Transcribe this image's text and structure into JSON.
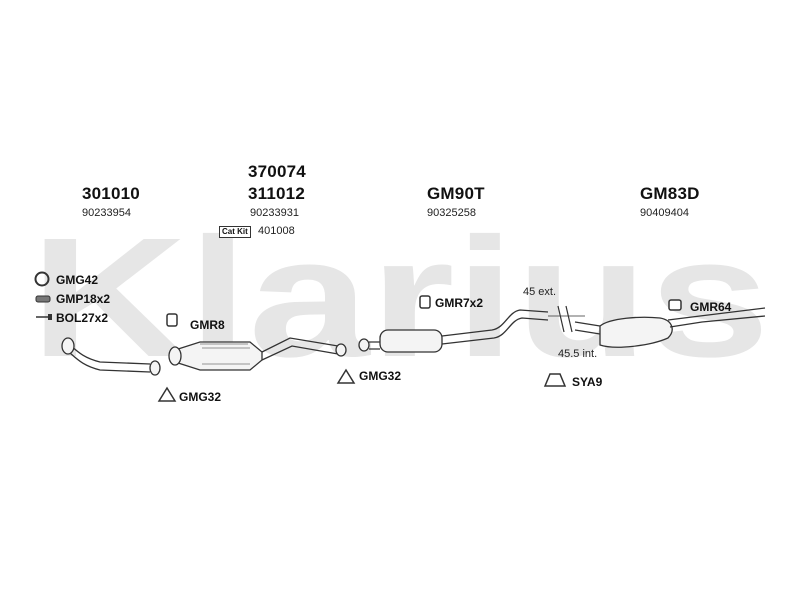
{
  "brand": {
    "watermark_text": "Klarius",
    "watermark_color": "#e6e6e6"
  },
  "sections": [
    {
      "part_number": "301010",
      "oe_number": "90233954"
    },
    {
      "part_number_top": "370074",
      "part_number": "311012",
      "oe_number": "90233931",
      "catkit_label": "Cat Kit",
      "catkit_number": "401008"
    },
    {
      "part_number": "GM90T",
      "oe_number": "90325258"
    },
    {
      "part_number": "GM83D",
      "oe_number": "90409404"
    }
  ],
  "legend": [
    {
      "label": "GMG42",
      "icon": "ring-icon"
    },
    {
      "label": "GMP18x2",
      "icon": "pad-icon"
    },
    {
      "label": "BOL27x2",
      "icon": "bolt-icon"
    }
  ],
  "fittings": {
    "gmr8": "GMR8",
    "gmg32_left": "GMG32",
    "gmg32_mid": "GMG32",
    "gmr7x2": "GMR7x2",
    "gmr64": "GMR64",
    "sya9": "SYA9"
  },
  "dimensions": {
    "ext": "45 ext.",
    "int": "45.5 int."
  },
  "colors": {
    "line": "#333333",
    "fill": "#f4f4f4"
  }
}
